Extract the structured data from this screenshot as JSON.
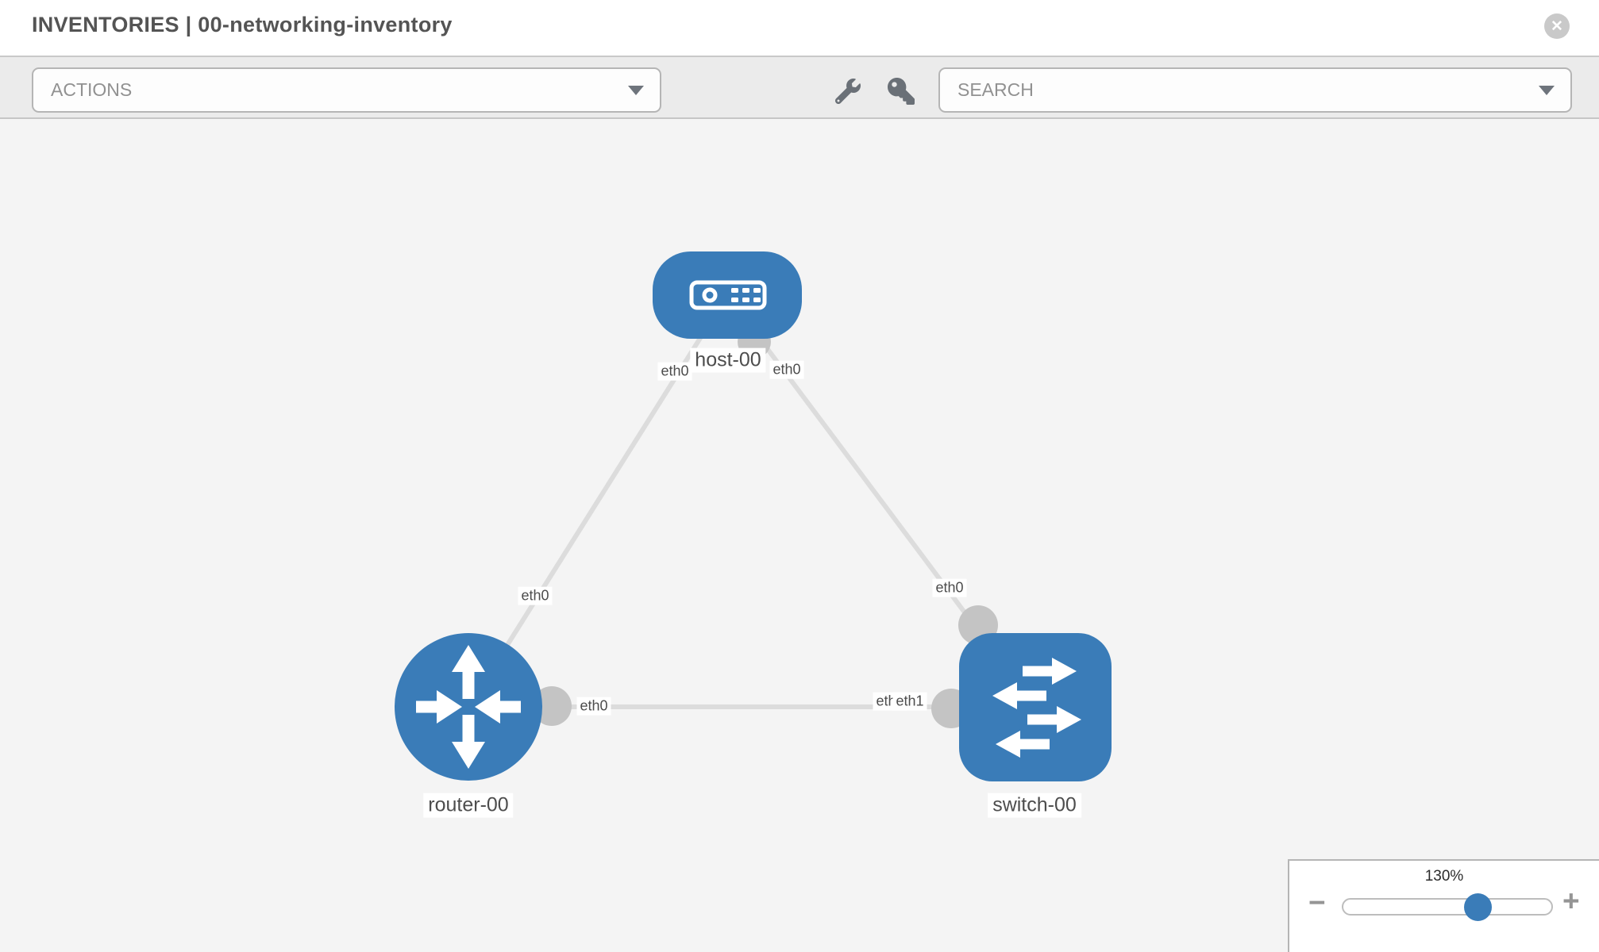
{
  "header": {
    "title": "INVENTORIES | 00-networking-inventory",
    "close_icon_glyph": "✕"
  },
  "toolbar": {
    "actions_label": "ACTIONS",
    "search_placeholder": "SEARCH",
    "icons": [
      "wrench-icon",
      "key-icon"
    ]
  },
  "canvas": {
    "nodes": [
      {
        "id": "host-00",
        "type": "host",
        "label": "host-00"
      },
      {
        "id": "router-00",
        "type": "router",
        "label": "router-00"
      },
      {
        "id": "switch-00",
        "type": "switch",
        "label": "switch-00"
      }
    ],
    "links": [
      {
        "from": "host-00",
        "from_if": "eth0",
        "to": "router-00",
        "to_if": "eth0"
      },
      {
        "from": "host-00",
        "from_if": "eth0",
        "to": "switch-00",
        "to_if": "eth0"
      },
      {
        "from": "router-00",
        "from_if": "eth0",
        "to": "switch-00",
        "to_if": "eth1"
      }
    ]
  },
  "zoom_control": {
    "value": "130%",
    "handle_percent": 64.5,
    "minus_icon_glyph": "−",
    "plus_icon_glyph": "+"
  },
  "colors": {
    "node_blue": "#3a7cb8",
    "link_gray": "#dcdcdc",
    "stub_gray": "#c4c4c4",
    "icon_gray": "#6a7077",
    "slider_handle_blue": "#3a7cb8"
  }
}
